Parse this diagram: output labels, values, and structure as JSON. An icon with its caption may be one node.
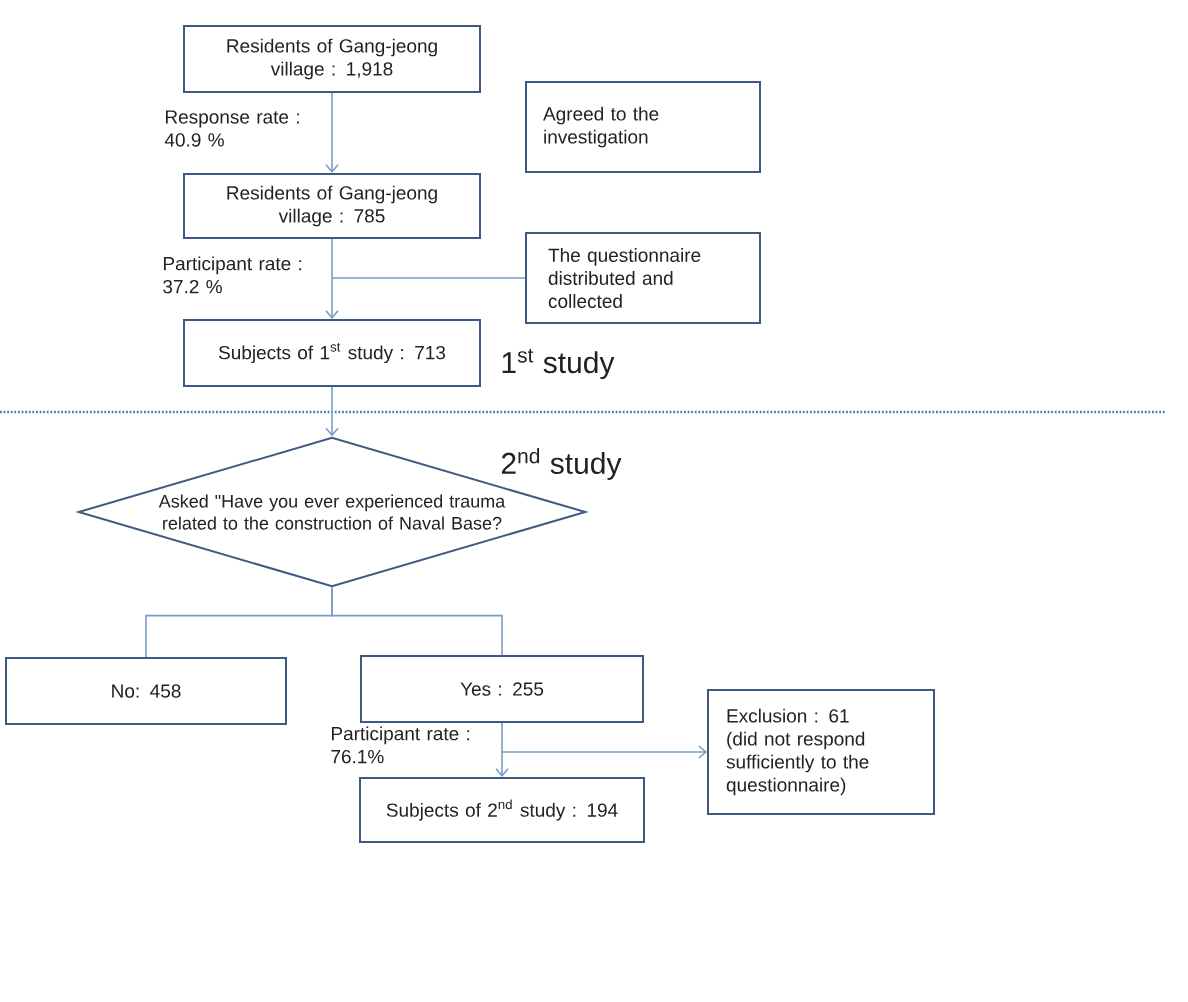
{
  "diagram": {
    "nodes": [
      {
        "text": [
          "Residents of Gang-jeong village : 1,918"
        ]
      },
      {
        "text": [
          "Agreed to the investigation"
        ]
      },
      {
        "text": [
          "Residents of Gang-jeong village : 785"
        ]
      },
      {
        "text": [
          "The questionnaire distributed and collected"
        ]
      },
      {
        "text": [
          "Subjects of 1$^{st}$ study : 713"
        ]
      },
      {
        "text": [
          "Asked \"Have you ever experienced trauma related to the construction of Naval Base?"
        ]
      },
      {
        "text": [
          "No: 458"
        ]
      },
      {
        "text": [
          "Yes : 255"
        ]
      },
      {
        "text": [
          "Exclusion : 61",
          "(did not respond sufficiently to the questionnaire)"
        ]
      },
      {
        "text": [
          "Subjects of 2$^{nd}$ study : 194"
        ]
      }
    ],
    "edges": [
      {
        "from": 0,
        "to": 2,
        "arrow": "to",
        "label": "Response rate : 40.9 %"
      },
      {
        "from": 2,
        "to": 4,
        "arrow": "to",
        "label": "Participant rate : 37.2 %"
      },
      {
        "from": null,
        "to": 3,
        "arrow": "none"
      },
      {
        "from": 4,
        "to": 5,
        "arrow": "to"
      },
      {
        "from": 5,
        "to": 6,
        "arrow": "none"
      },
      {
        "from": 5,
        "to": 7,
        "arrow": "none"
      },
      {
        "from": 7,
        "to": 9,
        "arrow": "to",
        "label": "Participant rate : 76.1%"
      },
      {
        "from": null,
        "to": 8,
        "arrow": "to"
      }
    ],
    "labels": [
      "1$^{st}$ study",
      "2$^{nd}$ study"
    ]
  }
}
